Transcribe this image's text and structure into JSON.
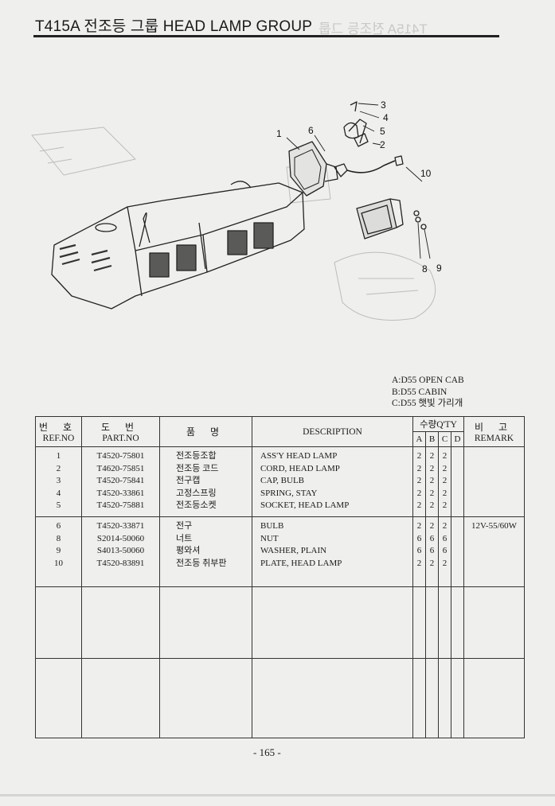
{
  "page": {
    "title": "T415A 전조등 그룹 HEAD LAMP GROUP",
    "page_number": "- 165 -"
  },
  "diagram": {
    "callouts": [
      "1",
      "6",
      "3",
      "4",
      "5",
      "2",
      "10",
      "8",
      "9"
    ]
  },
  "legend": [
    "A:D55 OPEN CAB",
    "B:D55 CABIN",
    "C:D55 햇빛 가리개"
  ],
  "table": {
    "headers": {
      "ref_ko": "번 호",
      "ref_en": "REF.NO",
      "part_ko": "도 번",
      "part_en": "PART.NO",
      "name_ko": "품 명",
      "desc": "DESCRIPTION",
      "qty_ko": "수량Q'TY",
      "qty_cols": [
        "A",
        "B",
        "C",
        "D"
      ],
      "remark_ko": "비 고",
      "remark_en": "REMARK"
    },
    "group1": [
      {
        "ref": "1",
        "part": "T4520-75801",
        "name": "전조등조합",
        "desc": "ASS'Y HEAD LAMP",
        "a": "2",
        "b": "2",
        "c": "2",
        "d": "",
        "remark": ""
      },
      {
        "ref": "2",
        "part": "T4620-75851",
        "name": "전조등 코드",
        "desc": "CORD, HEAD LAMP",
        "a": "2",
        "b": "2",
        "c": "2",
        "d": "",
        "remark": ""
      },
      {
        "ref": "3",
        "part": "T4520-75841",
        "name": "전구캡",
        "desc": "CAP, BULB",
        "a": "2",
        "b": "2",
        "c": "2",
        "d": "",
        "remark": ""
      },
      {
        "ref": "4",
        "part": "T4520-33861",
        "name": "고정스프링",
        "desc": "SPRING, STAY",
        "a": "2",
        "b": "2",
        "c": "2",
        "d": "",
        "remark": ""
      },
      {
        "ref": "5",
        "part": "T4520-75881",
        "name": "전조등소켓",
        "desc": "SOCKET, HEAD LAMP",
        "a": "2",
        "b": "2",
        "c": "2",
        "d": "",
        "remark": ""
      }
    ],
    "group2": [
      {
        "ref": "6",
        "part": "T4520-33871",
        "name": "전구",
        "desc": "BULB",
        "a": "2",
        "b": "2",
        "c": "2",
        "d": "",
        "remark": "12V-55/60W"
      },
      {
        "ref": "8",
        "part": "S2014-50060",
        "name": "너트",
        "desc": "NUT",
        "a": "6",
        "b": "6",
        "c": "6",
        "d": "",
        "remark": ""
      },
      {
        "ref": "9",
        "part": "S4013-50060",
        "name": "평와셔",
        "desc": "WASHER, PLAIN",
        "a": "6",
        "b": "6",
        "c": "6",
        "d": "",
        "remark": ""
      },
      {
        "ref": "10",
        "part": "T4520-83891",
        "name": "전조등 취부판",
        "desc": "PLATE, HEAD LAMP",
        "a": "2",
        "b": "2",
        "c": "2",
        "d": "",
        "remark": ""
      }
    ]
  }
}
